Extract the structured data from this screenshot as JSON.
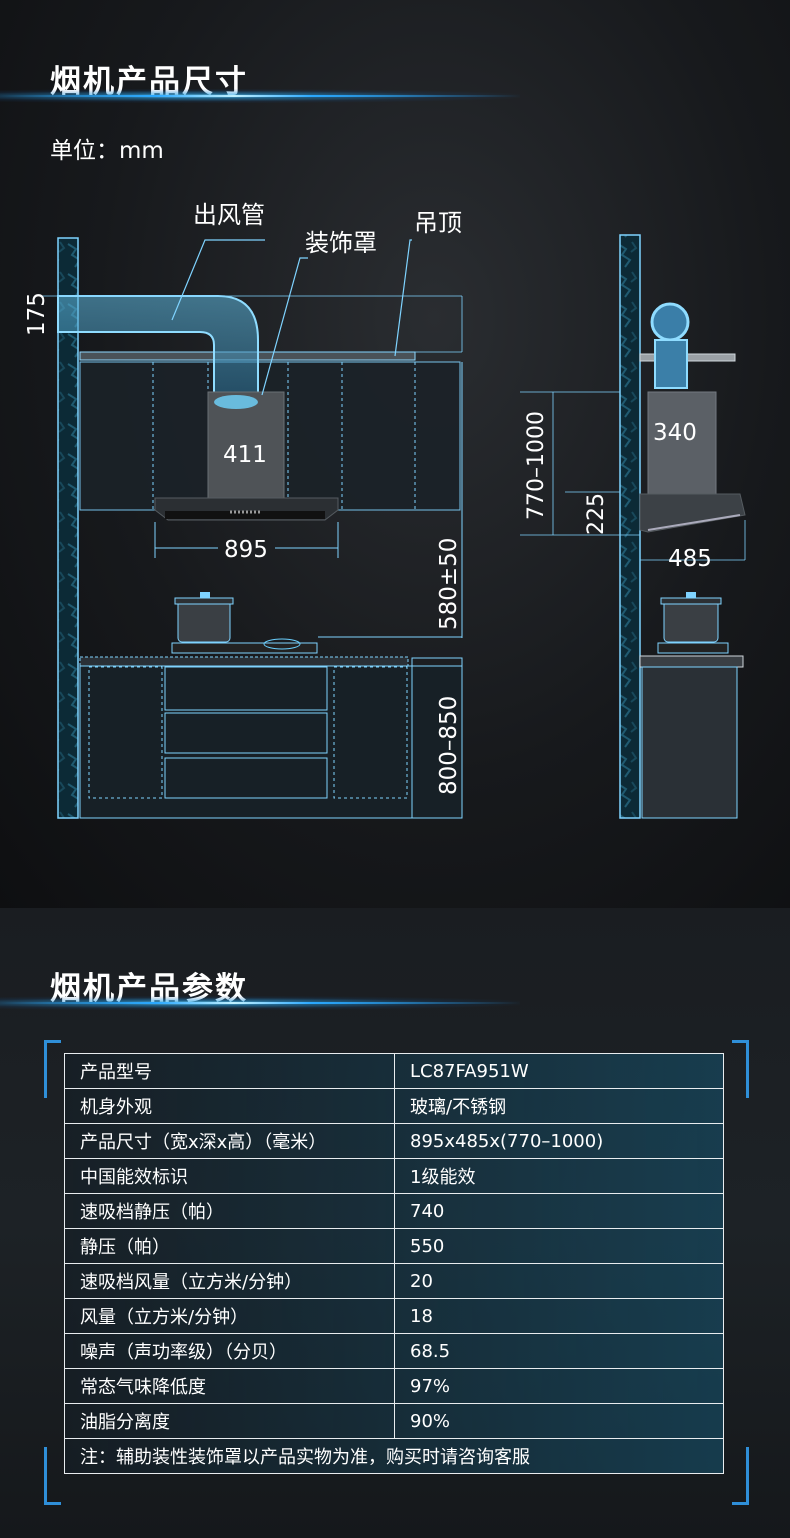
{
  "dimensions": {
    "title": "烟机产品尺寸",
    "unit": "单位：mm",
    "labels": {
      "duct": "出风管",
      "cover": "装饰罩",
      "ceiling": "吊顶"
    },
    "values": {
      "d175": "175",
      "d411": "411",
      "d895": "895",
      "d580": "580±50",
      "d800": "800–850",
      "d770": "770–1000",
      "d340": "340",
      "d225": "225",
      "d485": "485"
    }
  },
  "params": {
    "title": "烟机产品参数",
    "rows": [
      {
        "k": "产品型号",
        "v": "LC87FA951W"
      },
      {
        "k": "机身外观",
        "v": "玻璃/不锈钢"
      },
      {
        "k": "产品尺寸（宽x深x高）（毫米）",
        "v": "895x485x(770–1000)"
      },
      {
        "k": "中国能效标识",
        "v": "1级能效"
      },
      {
        "k": "速吸档静压（帕）",
        "v": "740"
      },
      {
        "k": "静压（帕）",
        "v": "550"
      },
      {
        "k": "速吸档风量（立方米/分钟）",
        "v": "20"
      },
      {
        "k": "风量（立方米/分钟）",
        "v": "18"
      },
      {
        "k": "噪声（声功率级）（分贝）",
        "v": "68.5"
      },
      {
        "k": "常态气味降低度",
        "v": "97%"
      },
      {
        "k": "油脂分离度",
        "v": "90%"
      }
    ],
    "note": "注：辅助装性装饰罩以产品实物为准，购买时请咨询客服"
  },
  "colors": {
    "accent": "#2aa8ff",
    "line": "#7fd3ff"
  }
}
